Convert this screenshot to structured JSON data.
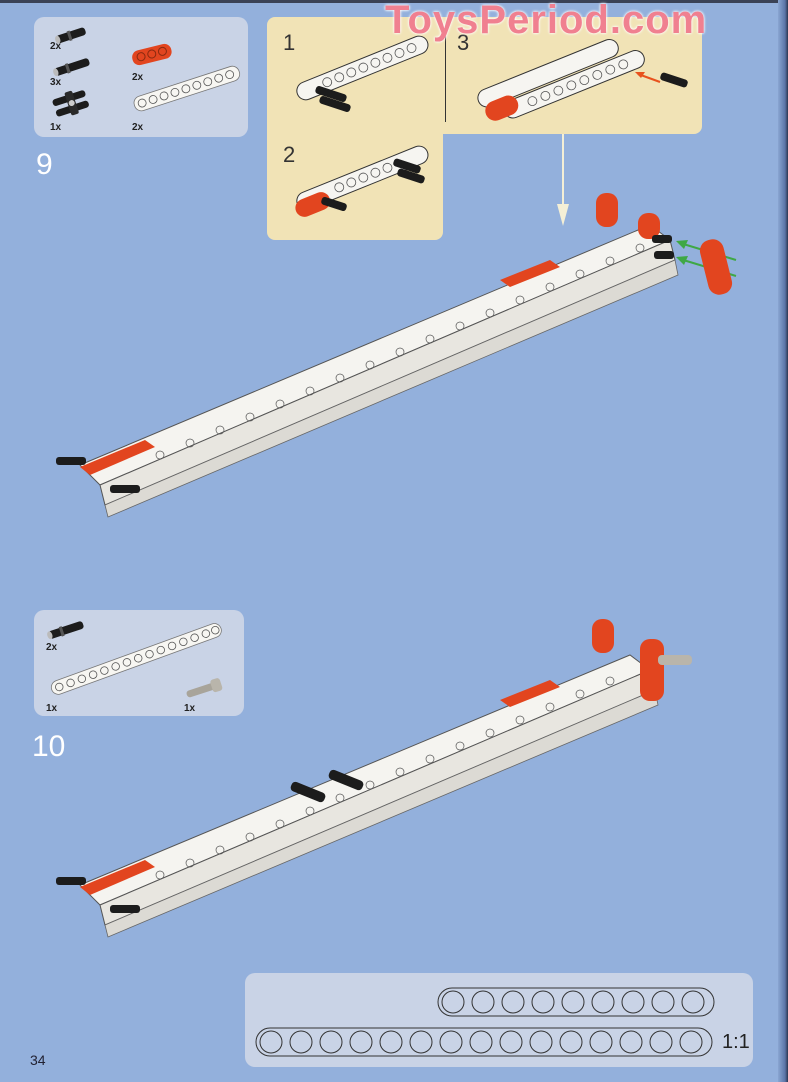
{
  "watermark": "ToysPeriod.com",
  "page_number": "34",
  "steps": [
    {
      "number": "9",
      "parts": [
        {
          "qty": "2x",
          "part": "black-axle-pin"
        },
        {
          "qty": "3x",
          "part": "black-long-pin"
        },
        {
          "qty": "1x",
          "part": "cross-block-double-pin"
        },
        {
          "qty": "2x",
          "part": "orange-3-beam"
        },
        {
          "qty": "2x",
          "part": "white-9-beam"
        }
      ],
      "substeps": [
        {
          "number": "1"
        },
        {
          "number": "2"
        },
        {
          "number": "3"
        }
      ]
    },
    {
      "number": "10",
      "parts": [
        {
          "qty": "2x",
          "part": "black-long-pin"
        },
        {
          "qty": "1x",
          "part": "white-15-beam"
        },
        {
          "qty": "1x",
          "part": "grey-axle-pin"
        }
      ]
    }
  ],
  "scale_guide": {
    "label": "1:1",
    "beams": [
      {
        "holes": 9
      },
      {
        "holes": 15
      }
    ]
  },
  "colors": {
    "background": "#93b0dc",
    "panel": "#c9d3e6",
    "subpanel": "#f1e3b6",
    "orange": "#e2451f",
    "white_beam": "#f4f2ee",
    "arrow_green": "#3fa845",
    "arrow_orange": "#e8521d"
  }
}
